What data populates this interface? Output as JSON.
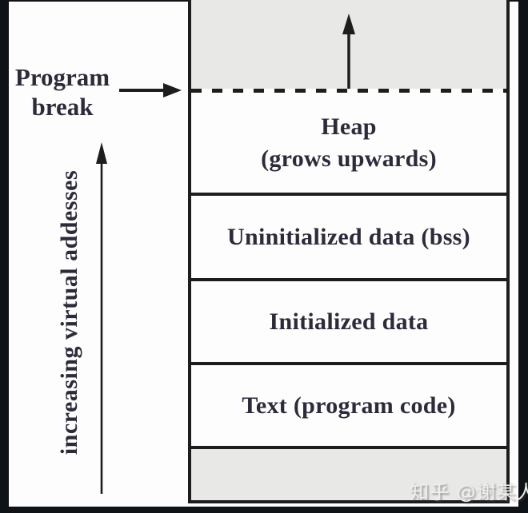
{
  "annotations": {
    "program_break_line1": "Program",
    "program_break_line2": "break",
    "axis_label": "increasing virtual addesses"
  },
  "memory_box": {
    "sections": [
      {
        "name": "stack-area",
        "label": "",
        "shaded": true
      },
      {
        "name": "heap",
        "label_line1": "Heap",
        "label_line2": "(grows upwards)",
        "shaded": false
      },
      {
        "name": "uninitialized-data",
        "label": "Uninitialized data (bss)",
        "shaded": false
      },
      {
        "name": "initialized-data",
        "label": "Initialized data",
        "shaded": false
      },
      {
        "name": "text-segment",
        "label": "Text (program code)",
        "shaded": false
      },
      {
        "name": "bottom-area",
        "label": "",
        "shaded": true
      }
    ],
    "icons": {
      "grow_up_arrow": "up-arrow",
      "program_break_arrow": "right-arrow",
      "increasing_addresses_arrow": "up-arrow"
    }
  },
  "watermark": {
    "text": "知乎 @谢某人"
  },
  "colors": {
    "background": "#fdfdfd",
    "shade_gray": "#e8e8e6",
    "line_black": "#1d1d1d",
    "text_ink": "#2c2b3a",
    "frame_black": "#0f1216",
    "watermark_white": "#efefed"
  }
}
